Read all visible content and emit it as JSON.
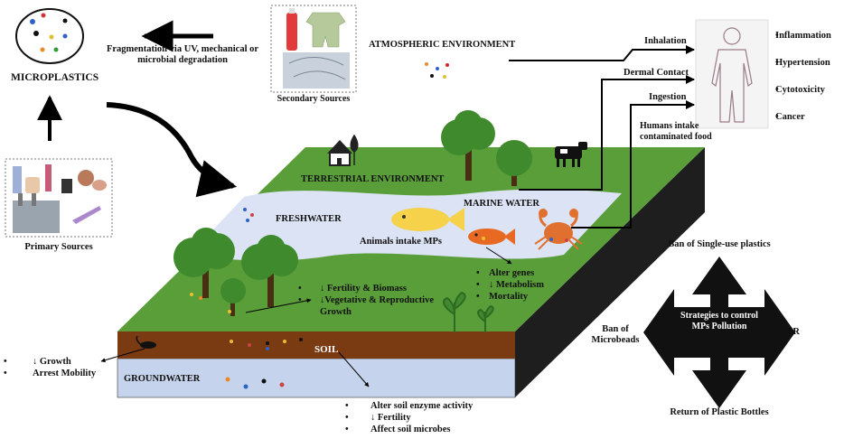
{
  "labels": {
    "microplastics": "MICROPLASTICS",
    "fragmentation": "Fragmentation via UV, mechanical or microbial degradation",
    "secondary_sources": "Secondary Sources",
    "primary_sources": "Primary Sources",
    "atmospheric": "ATMOSPHERIC ENVIRONMENT",
    "inhalation": "Inhalation",
    "dermal": "Dermal Contact",
    "ingestion": "Ingestion",
    "humans_intake": "Humans intake contaminated food",
    "terrestrial": "TERRESTRIAL ENVIRONMENT",
    "marine": "MARINE WATER",
    "freshwater": "FRESHWATER",
    "animals_intake": "Animals intake MPs",
    "soil": "SOIL",
    "groundwater": "GROUNDWATER",
    "strategies": "Strategies to control MPs Pollution",
    "ban_single_use": "Ban of Single-use plastics",
    "ban_microbeads": "Ban of Microbeads",
    "epr": "EPR",
    "return_bottles": "Return of Plastic Bottles"
  },
  "health_effects": [
    "Inflammation",
    "Hypertension",
    "Cytotoxicity",
    "Cancer"
  ],
  "plant_effects": [
    "↓ Fertility & Biomass",
    "↓Vegetative & Reproductive Growth"
  ],
  "marine_effects": [
    "Alter genes",
    "↓ Metabolism",
    "Mortality"
  ],
  "soil_animal_effects": [
    "↓ Growth",
    "Arrest Mobility"
  ],
  "soil_effects": [
    "Alter soil enzyme activity",
    "↓ Fertility",
    "Affect soil microbes"
  ],
  "colors": {
    "grass": "#5a9e3a",
    "water": "#dbe3f4",
    "soil": "#7a3a12",
    "groundwater": "#c5d4ec",
    "side_dark": "#1e1e1e",
    "tree": "#3f8a2c",
    "fish": "#f6d24a",
    "crab": "#e07030"
  }
}
